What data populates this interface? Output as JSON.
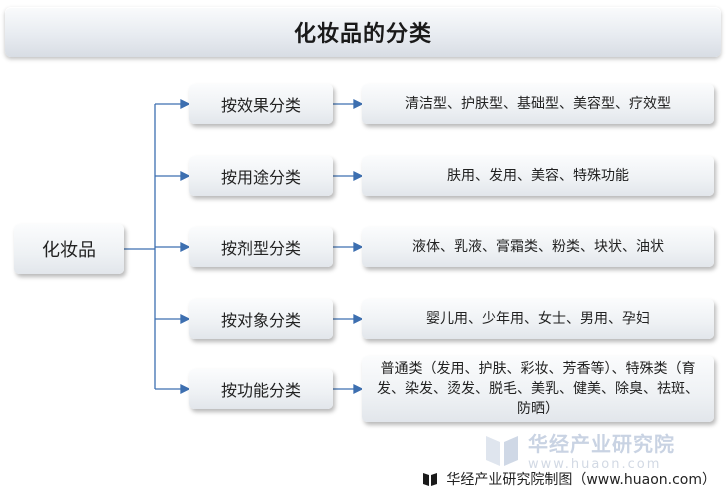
{
  "title": "化妆品的分类",
  "root": "化妆品",
  "branches": [
    {
      "category": "按效果分类",
      "items": "清洁型、护肤型、基础型、美容型、疗效型"
    },
    {
      "category": "按用途分类",
      "items": "肤用、发用、美容、特殊功能"
    },
    {
      "category": "按剂型分类",
      "items": "液体、乳液、膏霜类、粉类、块状、油状"
    },
    {
      "category": "按对象分类",
      "items": "婴儿用、少年用、女士、男用、孕妇"
    },
    {
      "category": "按功能分类",
      "items": "普通类（发用、护肤、彩妆、芳香等）、特殊类（育发、染发、烫发、脱毛、美乳、健美、除臭、祛斑、防晒）"
    }
  ],
  "watermark": {
    "name": "华经产业研究院",
    "url": "www.huaon.com"
  },
  "footer": "华经产业研究院制图（www.huaon.com）",
  "colors": {
    "line": "#3d6fb0",
    "text": "#222222",
    "watermark": "#c9d3e3"
  }
}
